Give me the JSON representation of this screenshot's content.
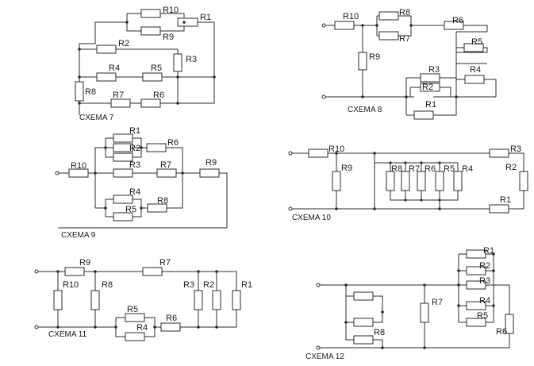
{
  "schemes": [
    {
      "title": "CXEMA 7",
      "resistors": {
        "r1": "R1",
        "r2": "R2",
        "r3": "R3",
        "r4": "R4",
        "r5": "R5",
        "r6": "R6",
        "r7": "R7",
        "r8": "R8",
        "r9": "R9",
        "r10": "R10"
      }
    },
    {
      "title": "CXEMA 8",
      "resistors": {
        "r1": "R1",
        "r2": "R2",
        "r3": "R3",
        "r4": "R4",
        "r5": "R5",
        "r6": "R6",
        "r7": "R7",
        "r8": "R8",
        "r9": "R9",
        "r10": "R10"
      }
    },
    {
      "title": "CXEMA 9",
      "resistors": {
        "r1": "R1",
        "r2": "R2",
        "r3": "R3",
        "r4": "R4",
        "r5": "R5",
        "r6": "R6",
        "r7": "R7",
        "r8": "R8",
        "r9": "R9",
        "r10": "R10"
      }
    },
    {
      "title": "CXEMA 10",
      "resistors": {
        "r1": "R1",
        "r2": "R2",
        "r3": "R3",
        "r4": "R4",
        "r5": "R5",
        "r6": "R6",
        "r7": "R7",
        "r8": "R8",
        "r9": "R9",
        "r10": "R10"
      }
    },
    {
      "title": "CXEMA 11",
      "resistors": {
        "r1": "R1",
        "r2": "R2",
        "r3": "R3",
        "r4": "R4",
        "r5": "R5",
        "r6": "R6",
        "r7": "R7",
        "r8": "R8",
        "r9": "R9",
        "r10": "R10"
      }
    },
    {
      "title": "CXEMA 12",
      "resistors": {
        "r1": "R1",
        "r2": "R2",
        "r3": "R3",
        "r4": "R4",
        "r5": "R5",
        "r6": "R6",
        "r7": "R7",
        "r8": "R8"
      }
    }
  ]
}
